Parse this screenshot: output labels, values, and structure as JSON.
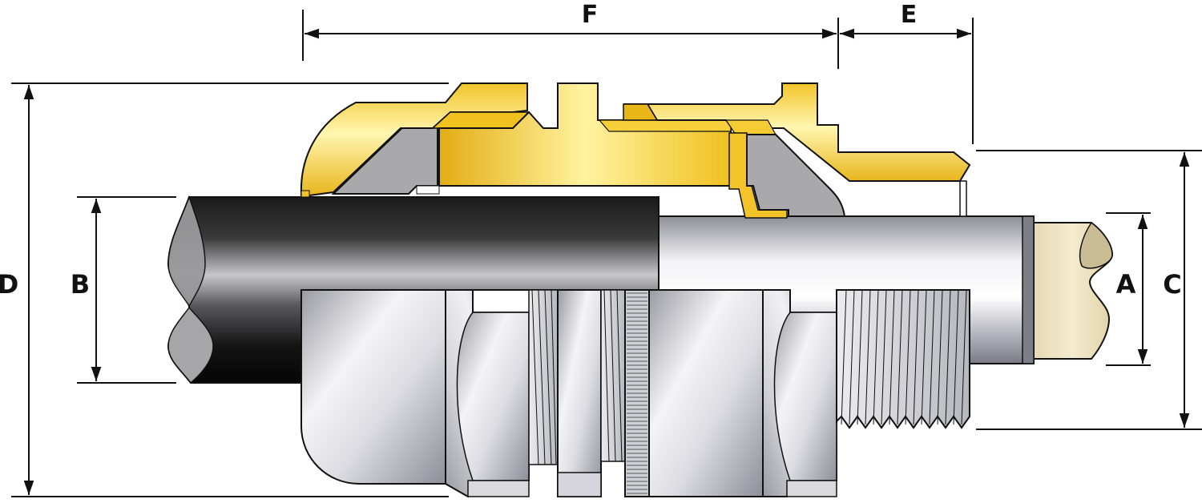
{
  "diagram": {
    "labels": {
      "A": "A",
      "B": "B",
      "C": "C",
      "D": "D",
      "E": "E",
      "F": "F"
    }
  },
  "colors": {
    "brass_light": "#fff6b0",
    "brass_mid": "#f2c42a",
    "brass_dark": "#c99a10",
    "steel_light": "#f7f7f9",
    "steel_mid": "#cfcfd6",
    "steel_dark": "#8c8c96",
    "seal_grey": "#a9a9ab",
    "cable_black": "#1a1a1a",
    "armour_light": "#f3f3f6",
    "armour_dark": "#8d8d96",
    "conductor": "#efe3c1",
    "conductor_shade": "#cabd94",
    "outline": "#111111"
  }
}
